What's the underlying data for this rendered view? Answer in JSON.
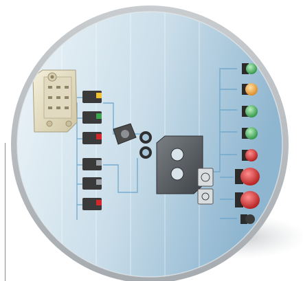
{
  "image": {
    "kind": "product-exploded-view",
    "background_color": "#ffffff",
    "frame_ring_color": "#b8bcc0",
    "interior_gradient": [
      "#eaf2f7",
      "#9fc0d6"
    ],
    "wire_color": "#6ea6cc",
    "components": [
      {
        "name": "enclosure-base",
        "color": "#e9e2c8"
      },
      {
        "name": "contact-blocks",
        "color": "#3a3a3a"
      },
      {
        "name": "mounting-collar",
        "color": "#4b4b4b"
      },
      {
        "name": "fixing-nuts",
        "color": "#2f2f2f"
      },
      {
        "name": "control-station-lid",
        "color": "#5a5e62"
      },
      {
        "name": "legend-plates",
        "color": "#d9dde0"
      },
      {
        "name": "pilot-light-green",
        "color": "#3da651"
      },
      {
        "name": "pilot-light-amber",
        "color": "#f0a23a"
      },
      {
        "name": "push-button-red",
        "color": "#d6282b"
      },
      {
        "name": "emergency-stop-red",
        "color": "#c41e1e"
      }
    ]
  }
}
